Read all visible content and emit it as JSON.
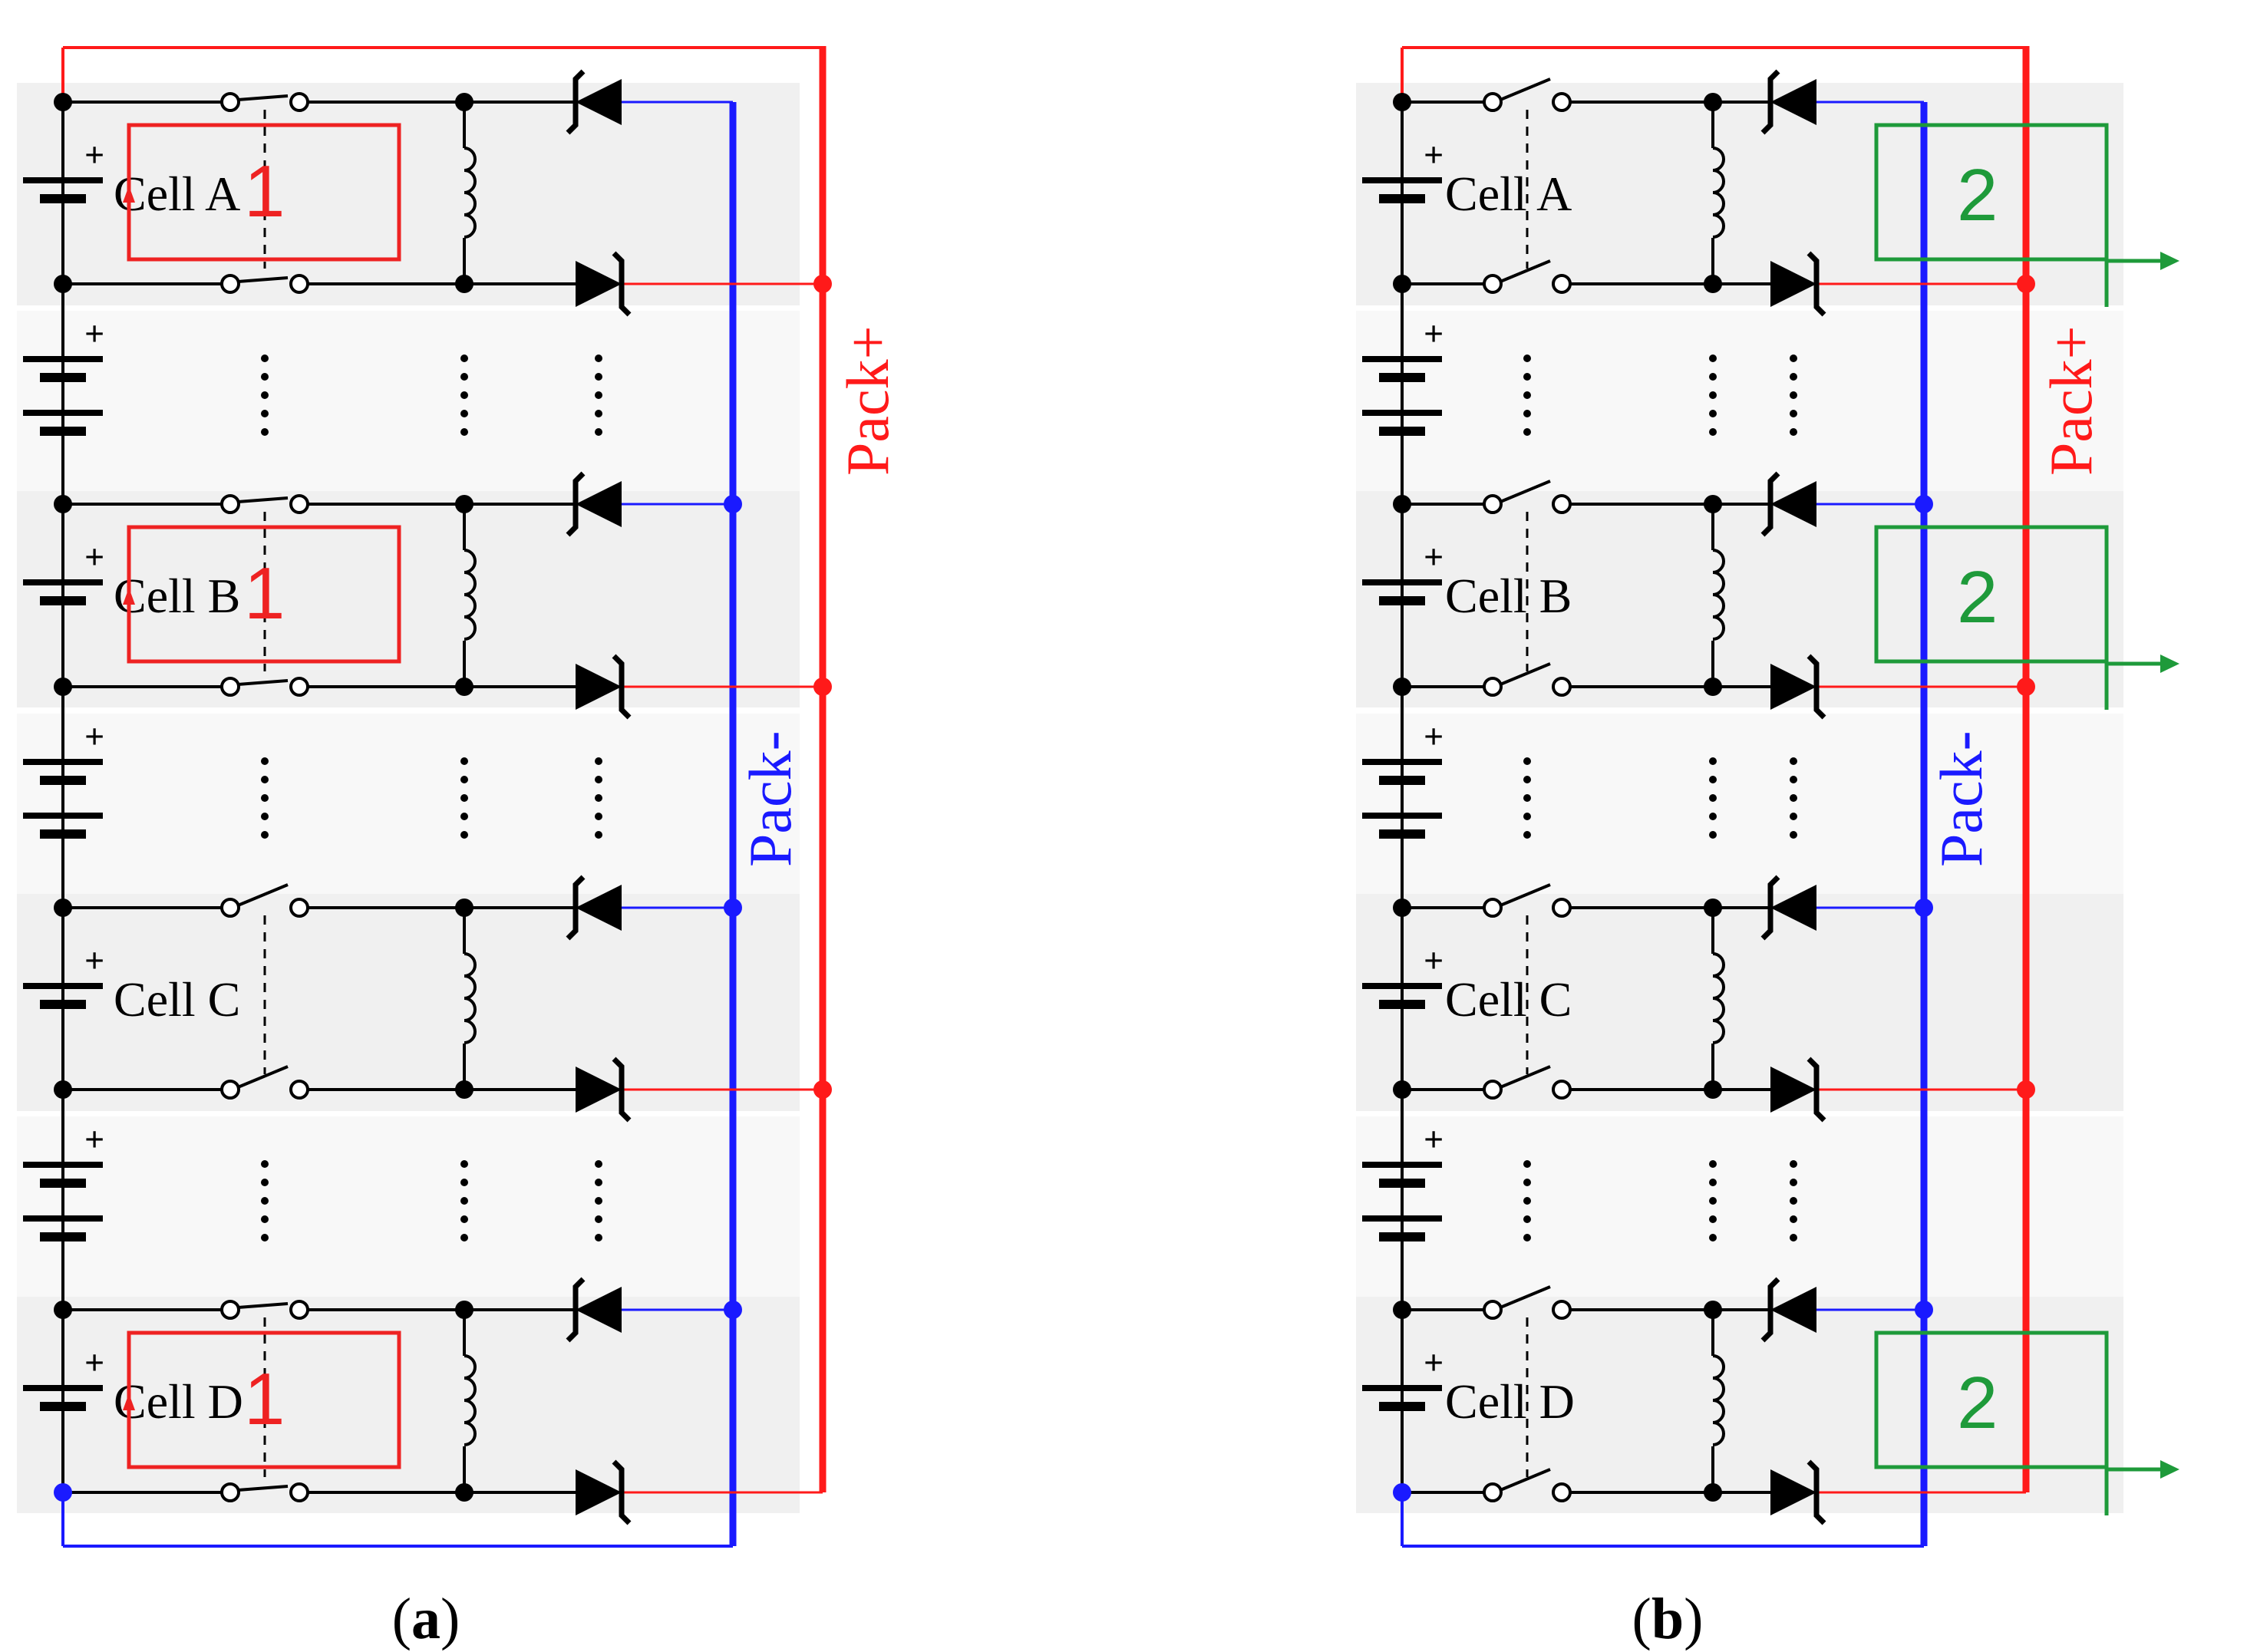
{
  "panels": [
    {
      "id": "a",
      "caption": "a",
      "cells": [
        "Cell A",
        "Cell B",
        "Cell C",
        "Cell D"
      ],
      "loop_label": "1",
      "loop_cells": [
        0,
        1,
        3
      ],
      "pack_pos_label": "Pack+",
      "pack_neg_label": "Pack-"
    },
    {
      "id": "b",
      "caption": "b",
      "cells": [
        "Cell A",
        "Cell B",
        "Cell C",
        "Cell D"
      ],
      "loop_label": "2",
      "loop_cells": [
        0,
        1,
        3
      ],
      "pack_pos_label": "Pack+",
      "pack_neg_label": "Pack-"
    }
  ],
  "colors": {
    "pack_positive": "#ff1a1a",
    "pack_negative": "#1a1aff",
    "loop_1": "#ee2222",
    "loop_2": "#1e9a3a",
    "wire": "#000000",
    "band": "#f0f0f0"
  }
}
